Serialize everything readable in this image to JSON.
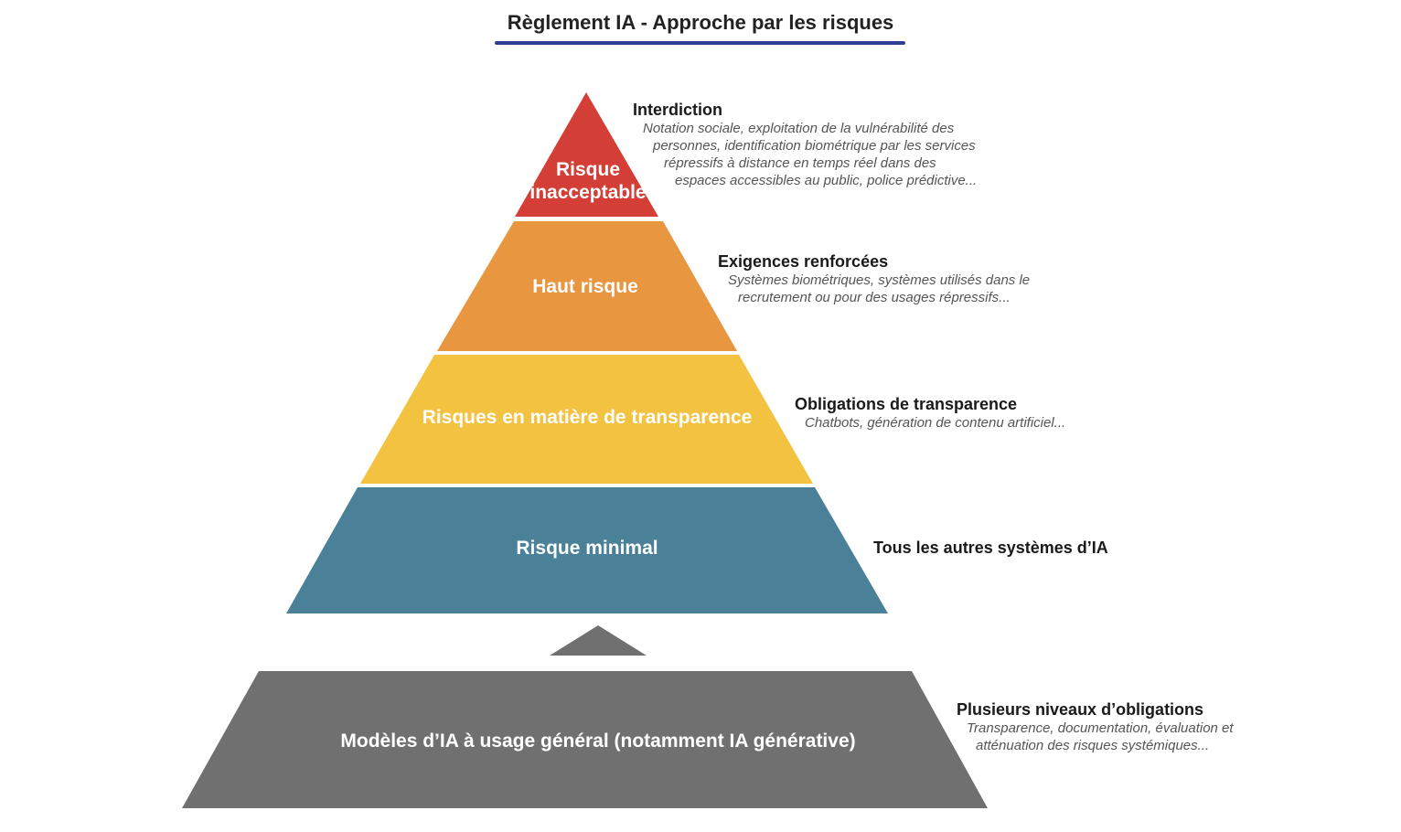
{
  "title": "Règlement IA - Approche par les risques",
  "colors": {
    "title_underline": "#2d3e94",
    "unacceptable": "#d33f37",
    "high": "#e8963f",
    "transparency": "#f3c240",
    "minimal": "#4a8198",
    "gpai": "#707070"
  },
  "tiers": {
    "unacceptable": {
      "label_line1": "Risque",
      "label_line2": "inacceptable",
      "heading": "Interdiction",
      "desc_line1": "Notation sociale, exploitation de la vulnérabilité des",
      "desc_line2": "personnes, identification biométrique par les services",
      "desc_line3": "répressifs à distance en temps réel dans des",
      "desc_line4": "espaces accessibles au public, police prédictive..."
    },
    "high": {
      "label": "Haut risque",
      "heading": "Exigences renforcées",
      "desc_line1": "Systèmes biométriques, systèmes utilisés dans le",
      "desc_line2": "recrutement ou pour des usages répressifs..."
    },
    "transparency": {
      "label": "Risques en matière de transparence",
      "heading": "Obligations de transparence",
      "desc_line1": "Chatbots, génération de contenu artificiel..."
    },
    "minimal": {
      "label": "Risque minimal",
      "heading": "Tous les autres systèmes d’IA"
    },
    "gpai": {
      "label": "Modèles d’IA à usage général (notamment IA générative)",
      "heading": "Plusieurs niveaux d’obligations",
      "desc_line1": "Transparence, documentation, évaluation  et",
      "desc_line2": "atténuation des risques systémiques..."
    }
  }
}
